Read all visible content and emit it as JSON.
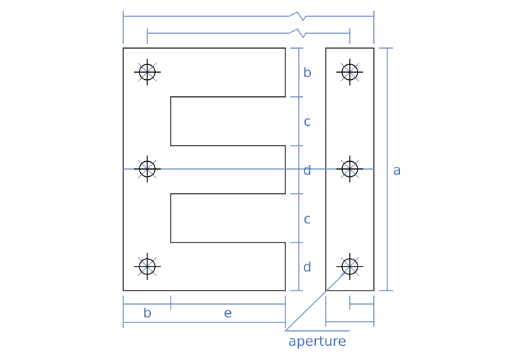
{
  "diagram": {
    "title": "E-I lamination dimensions",
    "labels": {
      "b_top": "b",
      "c_upper": "c",
      "d_middle": "d",
      "c_lower": "c",
      "d_bottom": "d",
      "a": "a",
      "b_bottom": "b",
      "e": "e",
      "aperture": "aperture"
    },
    "colors": {
      "dimension": "#6f8fc4",
      "label": "#4a6fb8",
      "outline": "#222222"
    }
  }
}
